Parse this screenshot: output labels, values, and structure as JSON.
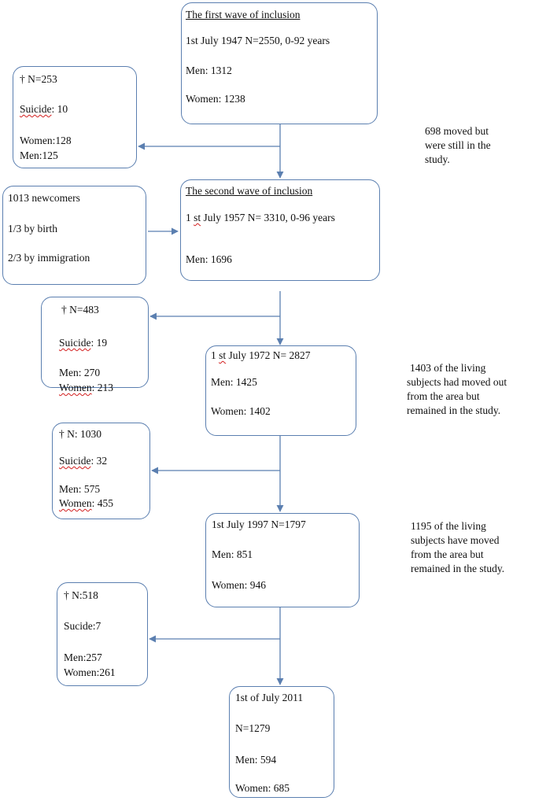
{
  "wave1": {
    "title": "The first wave of inclusion",
    "line1": "1st July 1947 N=2550, 0-92 years",
    "men": "Men: 1312",
    "women": "Women: 1238"
  },
  "death1": {
    "n": "† N=253",
    "suicide_word": "Suicide",
    "suicide_val": ": 10",
    "women": "Women:128",
    "men": "Men:125"
  },
  "note1": [
    "698 moved but",
    "were still in the",
    "study."
  ],
  "newcomers": {
    "line1": "1013 newcomers",
    "line2": "1/3 by birth",
    "line3": "2/3 by immigration"
  },
  "wave2": {
    "title": "The second wave of inclusion",
    "line1_a": "1 ",
    "line1_st": "st",
    "line1_b": " July 1957 N= 3310, 0-96 years",
    "men": "Men: 1696"
  },
  "death2": {
    "n": "† N=483",
    "suicide_word": "Suicide",
    "suicide_val": ": 19",
    "men": "Men: 270",
    "women_word": "Women",
    "women_val": ": 213"
  },
  "wave3": {
    "line1_a": "1 ",
    "line1_st": "st",
    "line1_b": " July 1972 N= 2827",
    "men": "Men: 1425",
    "women": "Women: 1402"
  },
  "note2": [
    "1403 of the living",
    "subjects had moved out",
    "from the area but",
    "remained in the study."
  ],
  "death3": {
    "n": "† N: 1030",
    "suicide_word": "Suicide",
    "suicide_val": ": 32",
    "men": "Men: 575",
    "women_word": "Women",
    "women_val": ": 455"
  },
  "wave4": {
    "line1": "1st July 1997 N=1797",
    "men": "Men: 851",
    "women": "Women: 946"
  },
  "note3": [
    "1195 of the living",
    "subjects have moved",
    "from the area but",
    "remained in the study."
  ],
  "death4": {
    "n": "† N:518",
    "suicide": "Sucide:7",
    "men": "Men:257",
    "women": "Women:261"
  },
  "wave5": {
    "line1": "1st of July 2011",
    "n": "N=1279",
    "men": "Men: 594",
    "women": "Women: 685"
  },
  "colors": {
    "arrow": "#5b7fb0",
    "border": "#5b7fb0",
    "squiggle": "#d21e1e"
  }
}
